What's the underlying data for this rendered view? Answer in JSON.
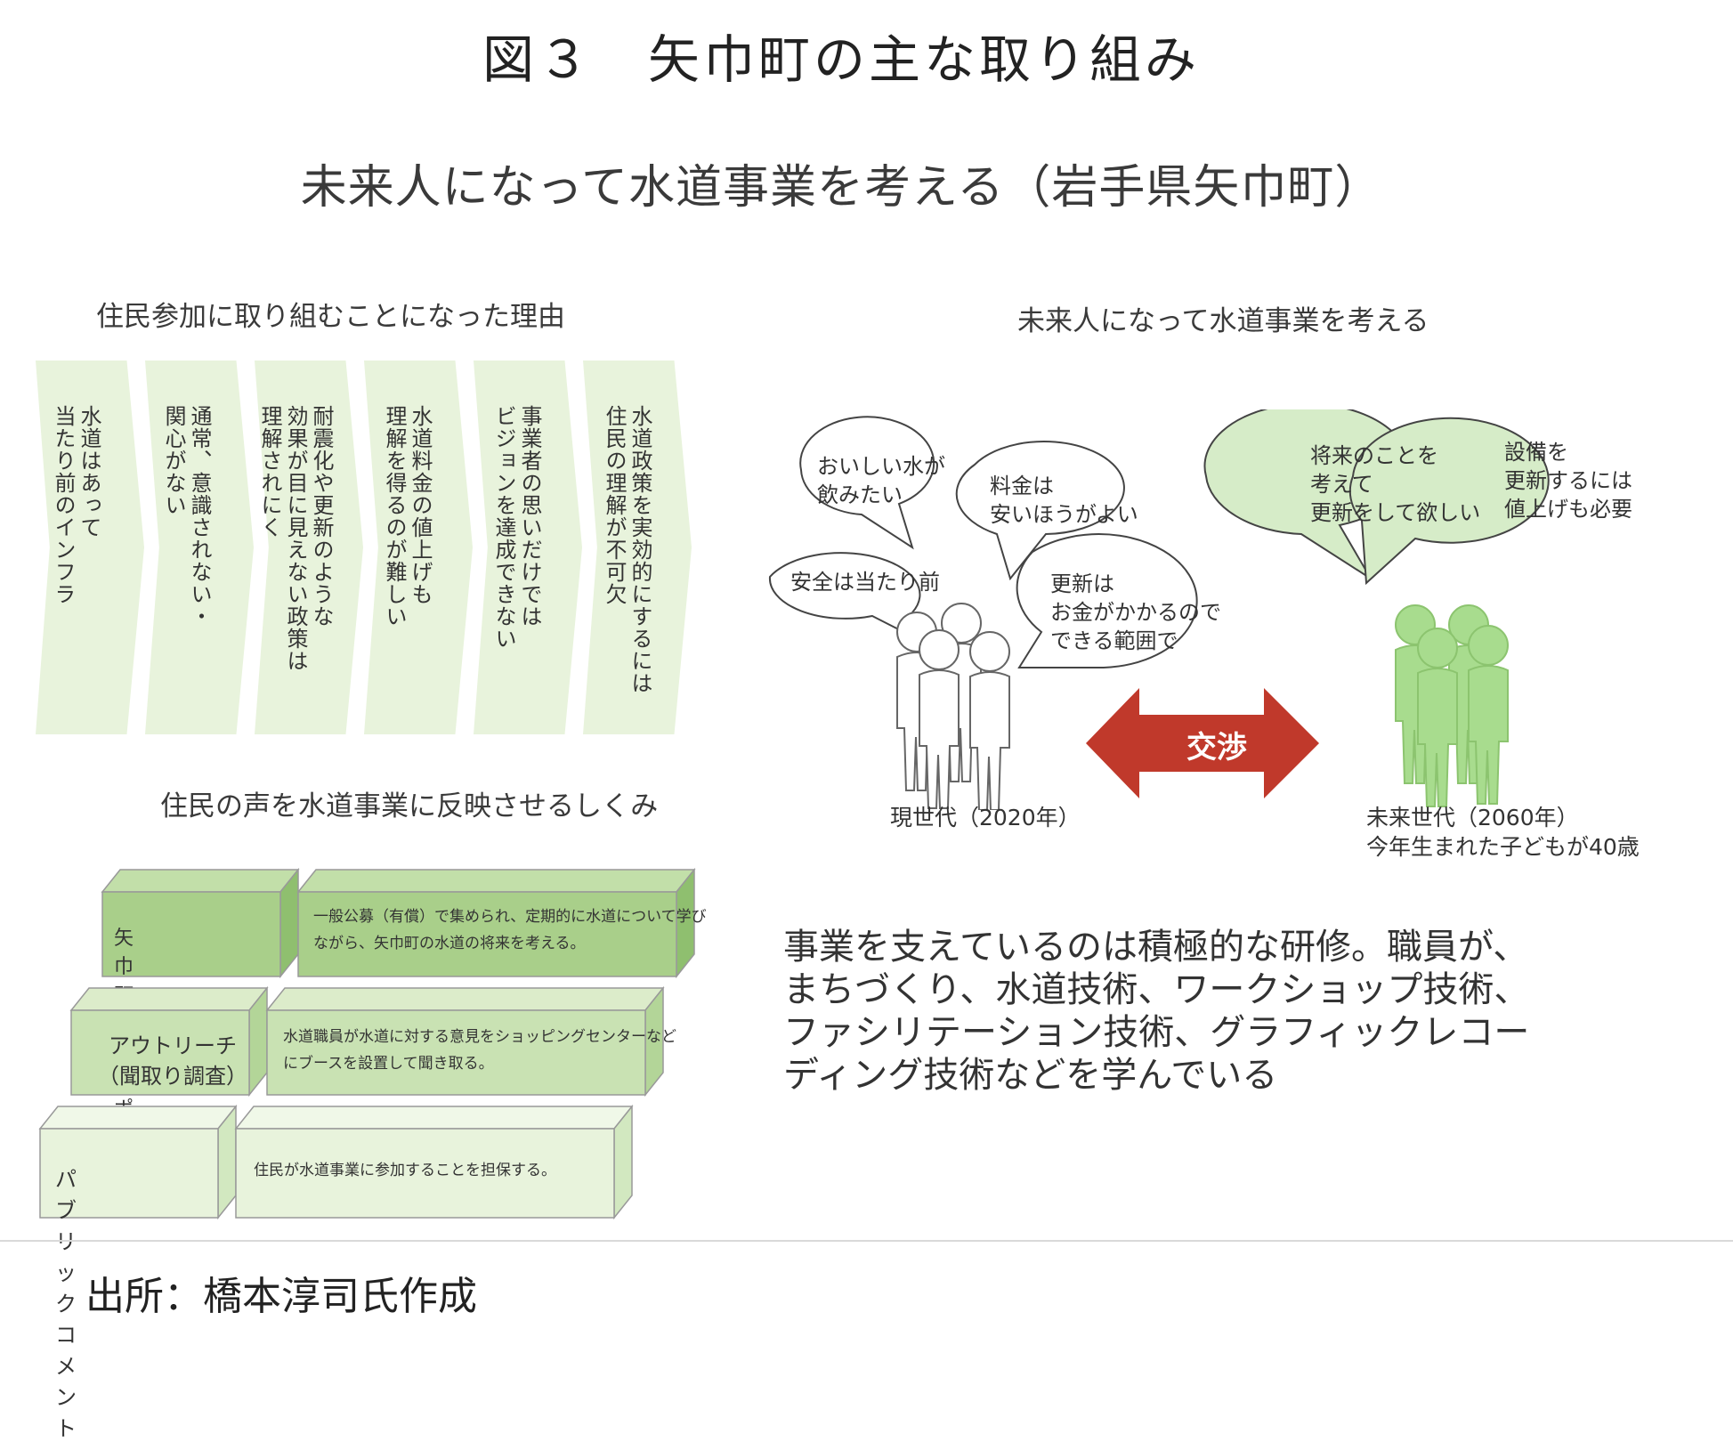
{
  "figure_title": "図３　矢巾町の主な取り組み",
  "main_title": "未来人になって水道事業を考える（岩手県矢巾町）",
  "left": {
    "reasons_title": "住民参加に取り組むことになった理由",
    "reasons": [
      "水道はあって\n当たり前のインフラ",
      "通常、意識されない・\n関心がない",
      "耐震化や更新のような\n効果が目に見えない政策は\n理解されにく",
      "水道料金の値上げも\n理解を得るのが難しい",
      "事業者の思いだけでは\nビジョンを達成できない",
      "水道政策を実効的にするには\n住民の理解が不可欠"
    ],
    "mechanism_title": "住民の声を水道事業に反映させるしくみ",
    "mechanisms": [
      {
        "label": "矢巾町水道サポーター",
        "desc": "一般公募（有償）で集められ、定期的に水道について学び\nながら、矢巾町の水道の将来を考える。"
      },
      {
        "label": "アウトリーチ\n（聞取り調査）",
        "desc": "水道職員が水道に対する意見をショッピングセンターなど\nにブースを設置して聞き取る。"
      },
      {
        "label": "パブリックコメント",
        "desc": "住民が水道事業に参加することを担保する。"
      }
    ]
  },
  "right": {
    "title": "未来人になって水道事業を考える",
    "current_bubbles": [
      "おいしい水が\n飲みたい",
      "料金は\n安いほうがよい",
      "安全は当たり前",
      "更新は\nお金がかかるので\nできる範囲で"
    ],
    "future_bubbles": [
      "将来のことを\n考えて\n更新をして欲しい",
      "設備を\n更新するには\n値上げも必要"
    ],
    "arrow_label": "交渉",
    "current_caption": "現世代（2020年）",
    "future_caption": "未来世代（2060年）\n今年生まれた子どもが40歳",
    "note": "事業を支えているのは積極的な研修。職員が、\nまちづくり、水道技術、ワークショップ技術、\nファシリテーション技術、グラフィックレコー\nディング技術などを学んでいる"
  },
  "colors": {
    "chevron_fill": "#e8f3dc",
    "box_dark": "#a9cf8a",
    "box_mid": "#c9e2b3",
    "box_light": "#e8f3dc",
    "future_people": "#a8dc8e",
    "bubble_future": "#d6ecc8",
    "arrow": "#c0392b"
  },
  "source": "出所：橋本淳司氏作成"
}
